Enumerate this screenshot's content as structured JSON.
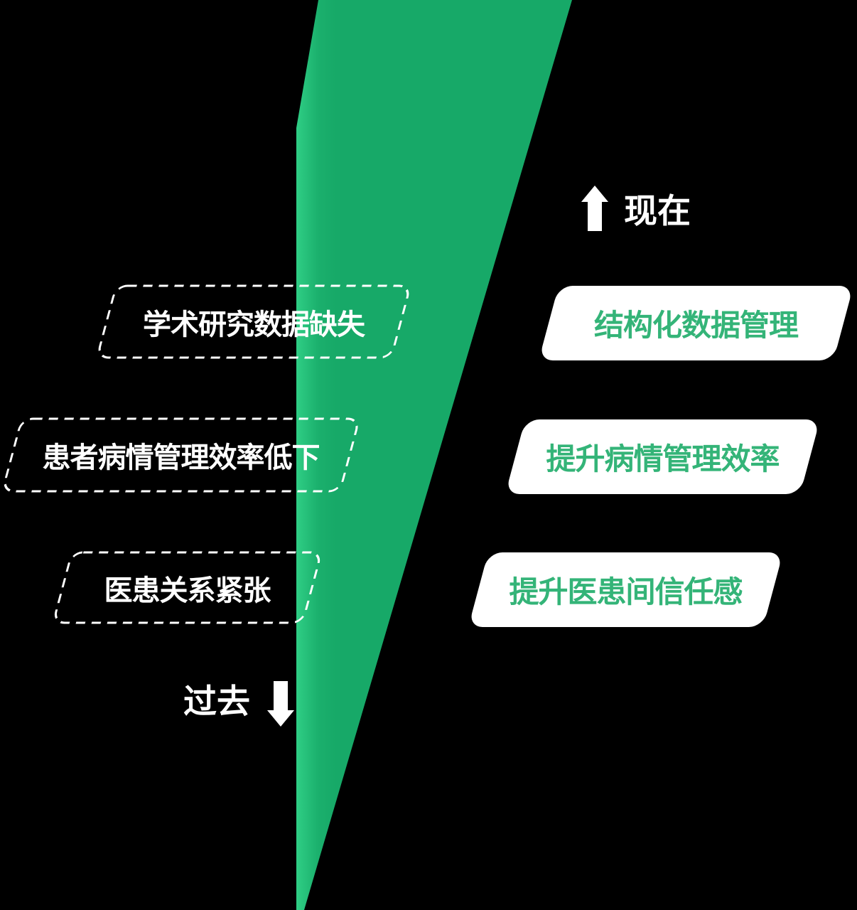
{
  "diagram": {
    "now_section": {
      "label": "现在",
      "items": [
        "结构化数据管理",
        "提升病情管理效率",
        "提升医患间信任感"
      ]
    },
    "past_section": {
      "label": "过去",
      "items": [
        "学术研究数据缺失",
        "患者病情管理效率低下",
        "医患关系紧张"
      ]
    },
    "icons": {
      "now_arrow": "arrow-up",
      "past_arrow": "arrow-down"
    },
    "colors": {
      "background": "#000000",
      "wedge_green": "#17A968",
      "wedge_edge_light": "#2FCE85",
      "card_white": "#FFFFFF",
      "accent_green_text": "#34B478",
      "text_white": "#FFFFFF"
    }
  }
}
